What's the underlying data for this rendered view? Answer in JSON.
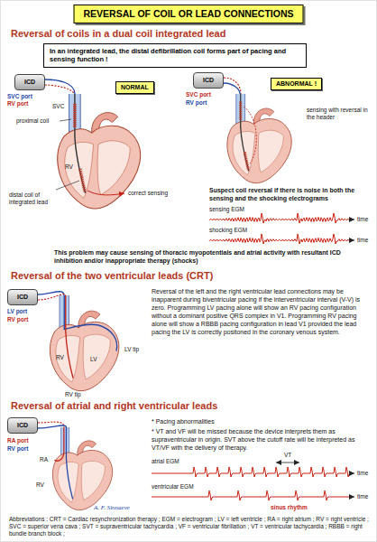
{
  "diagram": {
    "title": "REVERSAL OF COIL OR LEAD CONNECTIONS",
    "nodes": [
      {
        "text": [
          "In an integrated lead, the distal defibrillation coil forms part of pacing and sensing function !"
        ]
      },
      {
        "text": [
          "ICD"
        ]
      },
      {
        "text": [
          "NORMAL"
        ]
      },
      {
        "text": [
          "ICD"
        ]
      },
      {
        "text": [
          "ABNORMAL !"
        ]
      },
      {
        "text": [
          "ICD"
        ]
      },
      {
        "text": [
          "ICD"
        ]
      }
    ],
    "labels": [
      "Reversal of coils in a dual coil integrated lead",
      "SVC port",
      "RV port",
      "SVC",
      "proximal coil",
      "RV",
      "correct sensing",
      "distal coil of integrated lead",
      "SVC port",
      "RV port",
      "sensing with reversal in the header",
      "Suspect coil reversal if there is noise in both the sensing and the shocking electrograms",
      "sensing EGM",
      "time",
      "shocking EGM",
      "time",
      "This problem may cause sensing of thoracic myopotentials and atrial activity with resultant ICD inhibition and/or inappropriate therapy (shocks)",
      "Reversal of the two ventricular leads (CRT)",
      "LV port",
      "RV port",
      "LV tip",
      "RV",
      "LV",
      "RV tip",
      "Reversal of the left and the right ventricular lead connections may be inapparent during biventricular pacing if the interventricular interval (V-V) is zero. Programming LV pacing alone will show an RV pacing configuration without a dominant positive QRS complex in V1. Programming RV pacing alone will show a RBBB pacing configuration in lead V1 provided the lead pacing the LV is correctly positoned in the coronary venous system.",
      "Reversal of atrial and right ventricular leads",
      "RA port",
      "RV port",
      "RA",
      "RV",
      "* Pacing abnormalities",
      "* VT and VF will be missed because the device interprets them as supraventricular in origin. SVT above the cutoff rate will be interpreted as VT/VF with the delivery of therapy.",
      "atrial EGM",
      "VT",
      "time",
      "ventricular EGM",
      "time",
      "sinus rhythm",
      "A. F. Sinnaeve",
      "Abbreviations : CRT = Cardiac resynchronization therapy ; EGM = electrogram ; LV = left ventricle ; RA = right atrium ; RV = right ventricle ; SVC = superior vena cava ; SVT = supraventricular tachycardia ; VF = ventricular fibrillation ; VT = ventricular tachycardia ; RBBB = right bundle branch block ;"
    ]
  }
}
